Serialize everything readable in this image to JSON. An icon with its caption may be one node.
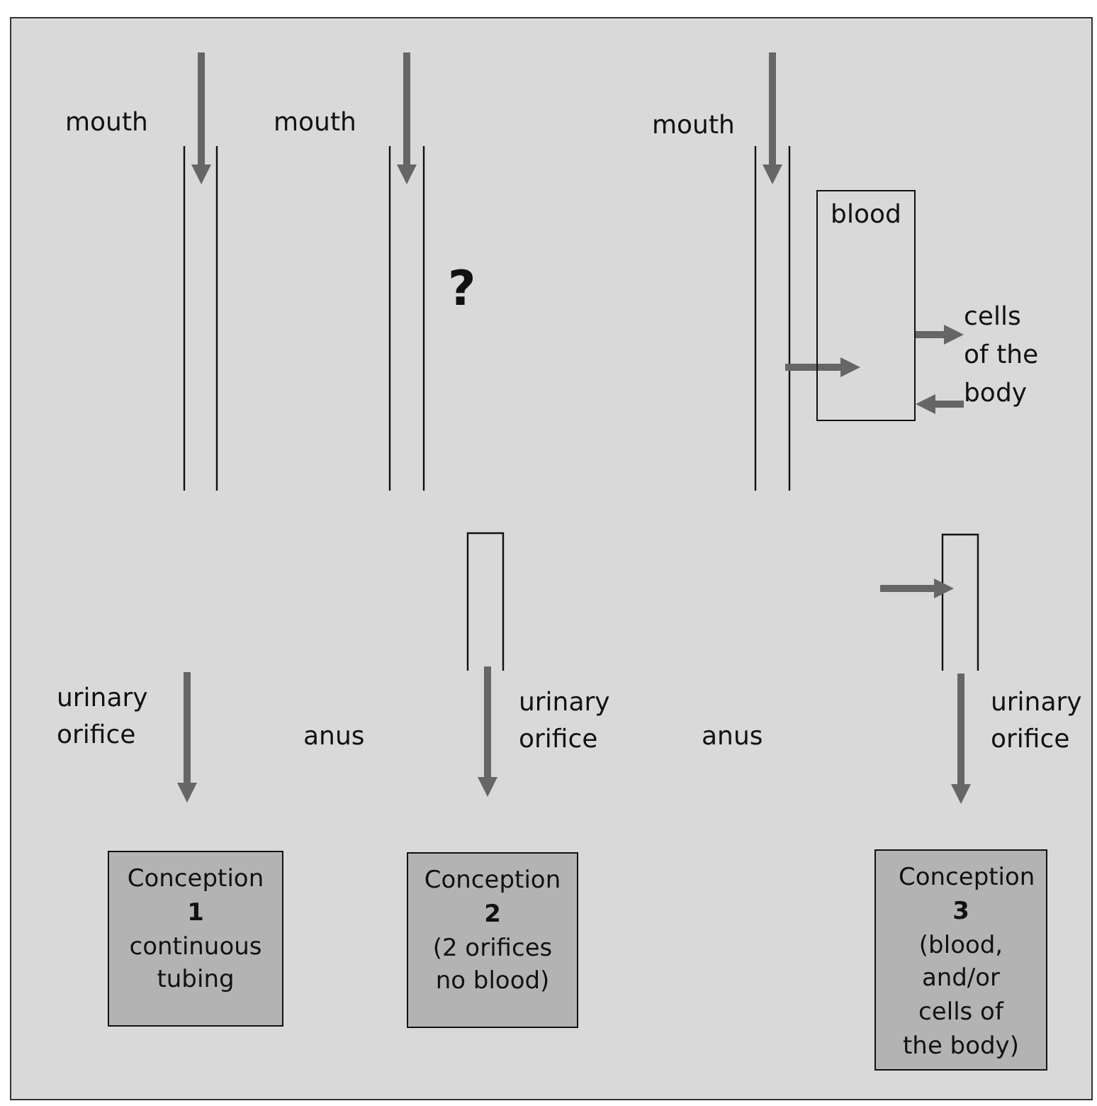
{
  "diagram": {
    "nodes": [
      {
        "text": [
          "blood"
        ]
      },
      {
        "text": [
          "cells of the body"
        ]
      },
      {
        "text": [
          "Conception **1** continuous tubing"
        ]
      },
      {
        "text": [
          "Conception **2** (2 orifices no blood)"
        ]
      },
      {
        "text": [
          "Conception **3** (blood, and/or cells of the body)"
        ]
      }
    ],
    "edges": [
      {
        "from": 0,
        "to": 1,
        "arrow": "to"
      },
      {
        "from": 1,
        "to": 0,
        "arrow": "to"
      },
      {
        "from": null,
        "to": 0,
        "arrow": "to"
      }
    ],
    "labels": [
      "mouth",
      "mouth",
      "mouth",
      "?",
      "urinary orifice",
      "anus",
      "urinary orifice",
      "anus",
      "urinary orifice"
    ]
  }
}
